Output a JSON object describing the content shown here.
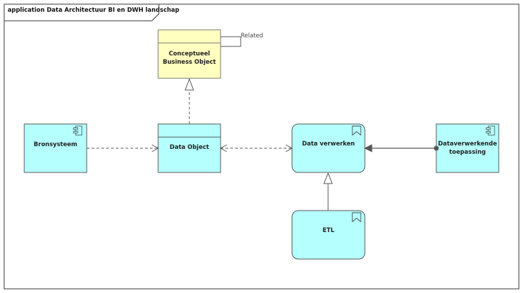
{
  "frame": {
    "title": "application Data Architectuur BI en DWH landschap"
  },
  "elements": {
    "business_object": {
      "label_line1": "Conceptueel",
      "label_line2": "Business Object",
      "note": "Related"
    },
    "bronsysteem": {
      "label": "Bronsysteem"
    },
    "data_object": {
      "label": "Data Object"
    },
    "data_verwerken": {
      "label": "Data verwerken"
    },
    "dataverwerkende": {
      "label_line1": "Dataverwerkende",
      "label_line2": "toepassing"
    },
    "etl": {
      "label": "ETL"
    }
  },
  "colors": {
    "business_object_fill": "#ffffc0",
    "application_fill": "#b5ffff",
    "border": "#555555",
    "connector": "#555555"
  },
  "icons": [
    "component-icon",
    "process-icon"
  ]
}
